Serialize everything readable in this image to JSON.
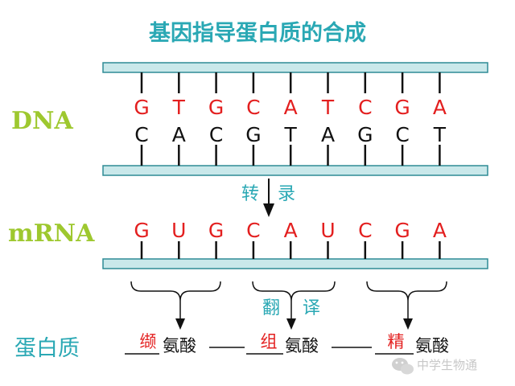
{
  "title": "基因指导蛋白质的合成",
  "labels": {
    "dna": "DNA",
    "mrna": "mRNA",
    "protein": "蛋白质"
  },
  "dna": {
    "template_strand": [
      "G",
      "T",
      "G",
      "C",
      "A",
      "T",
      "C",
      "G",
      "A"
    ],
    "coding_strand": [
      "C",
      "A",
      "C",
      "G",
      "T",
      "A",
      "G",
      "C",
      "T"
    ]
  },
  "mrna": [
    "G",
    "U",
    "G",
    "C",
    "A",
    "U",
    "C",
    "G",
    "A"
  ],
  "processes": {
    "transcription": [
      "转",
      "录"
    ],
    "translation": [
      "翻",
      "译"
    ]
  },
  "amino_acids": [
    {
      "name": "缬",
      "suffix": "氨酸"
    },
    {
      "name": "组",
      "suffix": "氨酸"
    },
    {
      "name": "精",
      "suffix": "氨酸"
    }
  ],
  "watermark": "中学生物通",
  "colors": {
    "strand_fill": "#c9e8ea",
    "strand_stroke": "#2e8b95",
    "base_highlight": "#e31f1f",
    "base_plain": "#111111",
    "title": "#2aa8b4",
    "dna_label": "#9ec82f"
  },
  "icons": {
    "watermark": "wechat-icon"
  }
}
